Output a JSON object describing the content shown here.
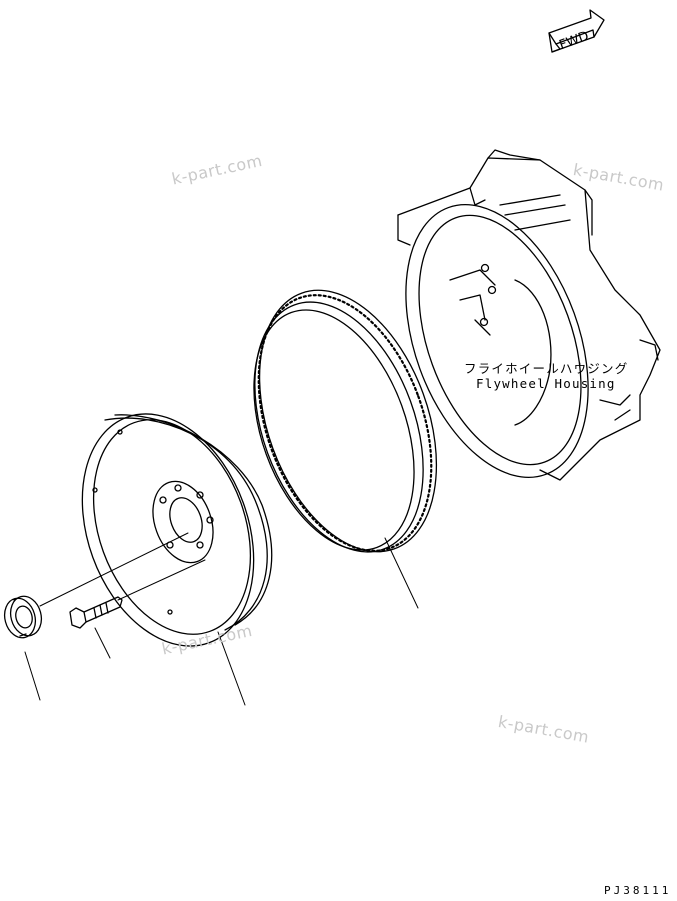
{
  "fwd_marker": {
    "text": "FWD"
  },
  "housing": {
    "label_jp": "フライホイールハウジング",
    "label_en": "Flywheel Housing"
  },
  "watermarks": [
    "k-part.com",
    "k-part.com",
    "k-part.com",
    "k-part.com"
  ],
  "drawing_code": "PJ38111"
}
